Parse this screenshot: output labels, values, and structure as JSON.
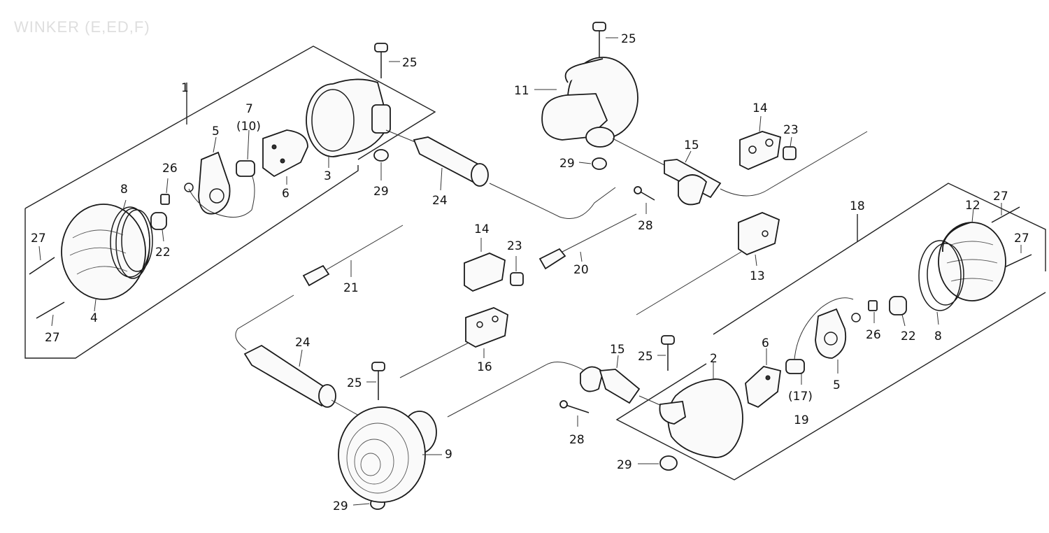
{
  "title": "WINKER (E,ED,F)",
  "callouts": {
    "c1": "1",
    "c2": "2",
    "c3": "3",
    "c4": "4",
    "c5a": "5",
    "c5b": "5",
    "c6a": "6",
    "c6b": "6",
    "c7": "7",
    "c10": "(10)",
    "c8a": "8",
    "c8b": "8",
    "c9": "9",
    "c11": "11",
    "c12": "12",
    "c13": "13",
    "c14a": "14",
    "c14b": "14",
    "c15a": "15",
    "c15b": "15",
    "c16": "16",
    "c17": "(17)",
    "c18": "18",
    "c19": "19",
    "c20": "20",
    "c21": "21",
    "c22a": "22",
    "c22b": "22",
    "c23a": "23",
    "c23b": "23",
    "c24a": "24",
    "c24b": "24",
    "c25a": "25",
    "c25b": "25",
    "c25c": "25",
    "c25d": "25",
    "c26a": "26",
    "c26b": "26",
    "c27a": "27",
    "c27b": "27",
    "c27c": "27",
    "c27d": "27",
    "c28a": "28",
    "c28b": "28",
    "c29a": "29",
    "c29b": "29",
    "c29c": "29",
    "c29d": "29"
  }
}
